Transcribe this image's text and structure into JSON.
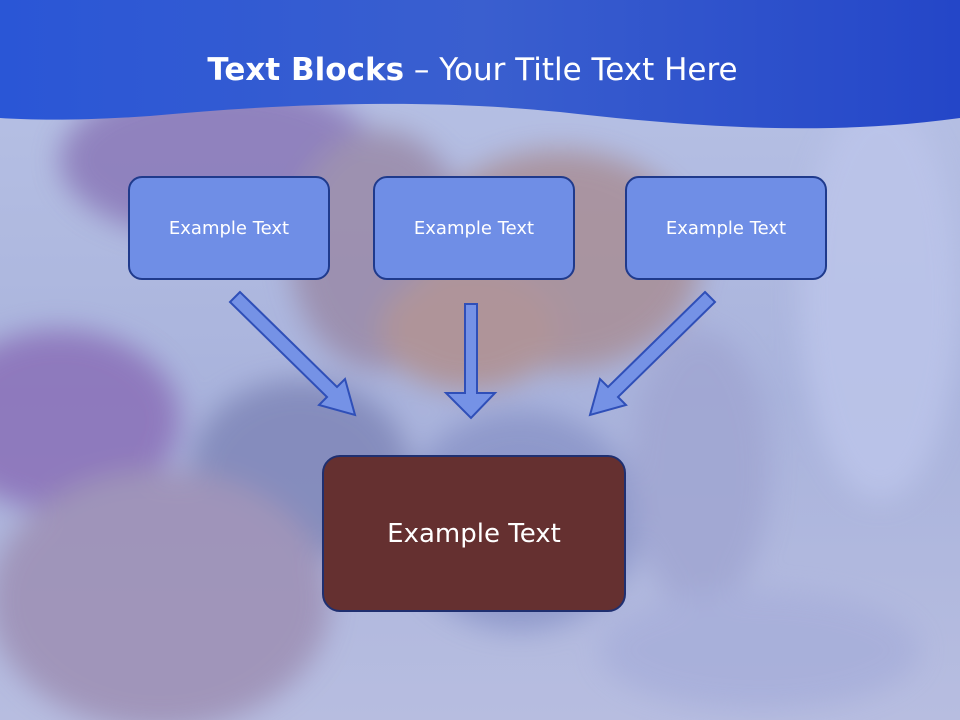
{
  "slide": {
    "title_bold": "Text Blocks",
    "title_dash": " – ",
    "title_rest": "Your Title Text Here",
    "blocks": [
      {
        "label": "Example Text"
      },
      {
        "label": "Example Text"
      },
      {
        "label": "Example Text"
      }
    ],
    "target": {
      "label": "Example Text"
    }
  },
  "colors": {
    "header": "#2f57d3",
    "block_fill": "#6f8ee6",
    "target_fill": "#653030",
    "arrow_fill": "#7592e6"
  }
}
